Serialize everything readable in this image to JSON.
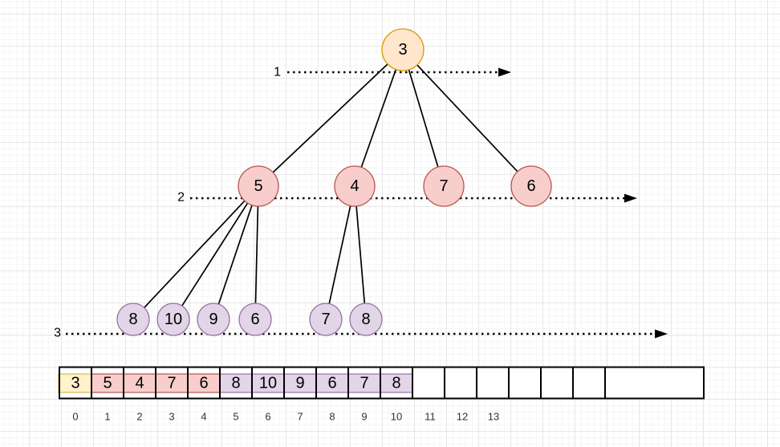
{
  "diagram_type": "n-ary tree with level-order traversal arrows and result array",
  "colors": {
    "level1_fill": "#FFE6CC",
    "level1_stroke": "#D79B00",
    "level2_fill": "#F8CECC",
    "level2_stroke": "#B85450",
    "level3_fill": "#E1D5E7",
    "level3_stroke": "#9673A6",
    "array_root_fill": "#FFF2CC",
    "array_root_stroke": "#D6B656",
    "edge_color": "#000000"
  },
  "tree": {
    "levels": [
      {
        "arrow_label": "1",
        "nodes": [
          {
            "label": "3"
          }
        ]
      },
      {
        "arrow_label": "2",
        "nodes": [
          {
            "label": "5"
          },
          {
            "label": "4"
          },
          {
            "label": "7"
          },
          {
            "label": "6"
          }
        ]
      },
      {
        "arrow_label": "3",
        "nodes": [
          {
            "label": "8"
          },
          {
            "label": "10"
          },
          {
            "label": "9"
          },
          {
            "label": "6"
          },
          {
            "label": "7"
          },
          {
            "label": "8"
          }
        ]
      }
    ],
    "edges": [
      {
        "from": "3",
        "to": "5"
      },
      {
        "from": "3",
        "to": "4"
      },
      {
        "from": "3",
        "to": "7"
      },
      {
        "from": "3",
        "to": "6"
      },
      {
        "from": "5",
        "to": "8"
      },
      {
        "from": "5",
        "to": "10"
      },
      {
        "from": "5",
        "to": "9"
      },
      {
        "from": "5",
        "to": "6"
      },
      {
        "from": "4",
        "to": "7"
      },
      {
        "from": "4",
        "to": "8"
      }
    ]
  },
  "array": {
    "values": [
      "3",
      "5",
      "4",
      "7",
      "6",
      "8",
      "10",
      "9",
      "6",
      "7",
      "8"
    ],
    "indices": [
      "0",
      "1",
      "2",
      "3",
      "4",
      "5",
      "6",
      "7",
      "8",
      "9",
      "10",
      "11",
      "12",
      "13"
    ]
  }
}
